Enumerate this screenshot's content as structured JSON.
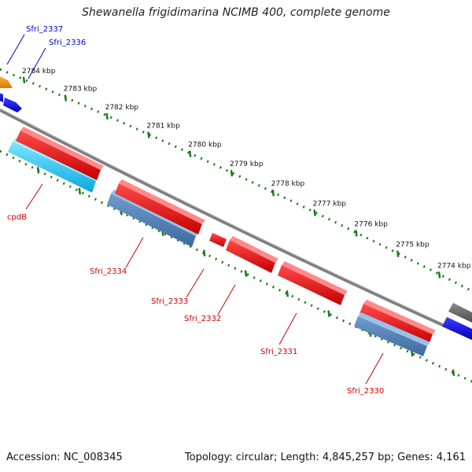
{
  "title": "Shewanella frigidimarina NCIMB 400, complete genome",
  "footer": {
    "accession": "Accession: NC_008345",
    "summary": "Topology: circular; Length: 4,845,257 bp; Genes: 4,161"
  },
  "colors": {
    "backbone": "#7f7f7f",
    "tick": "#1a7a1a",
    "label_red": "#cc0000",
    "label_blue": "#0000cc"
  },
  "scale_ticks": [
    "2784 kbp",
    "2783 kbp",
    "2782 kbp",
    "2781 kbp",
    "2780 kbp",
    "2779 kbp",
    "2778 kbp",
    "2777 kbp",
    "2776 kbp",
    "2775 kbp",
    "2774 kbp"
  ],
  "gene_labels": [
    {
      "text": "Sfri_2337",
      "color": "blue"
    },
    {
      "text": "Sfri_2336",
      "color": "blue"
    },
    {
      "text": "cpdB",
      "color": "red"
    },
    {
      "text": "Sfri_2334",
      "color": "red"
    },
    {
      "text": "Sfri_2333",
      "color": "red"
    },
    {
      "text": "Sfri_2332",
      "color": "red"
    },
    {
      "text": "Sfri_2331",
      "color": "red"
    },
    {
      "text": "Sfri_2330",
      "color": "red"
    }
  ]
}
